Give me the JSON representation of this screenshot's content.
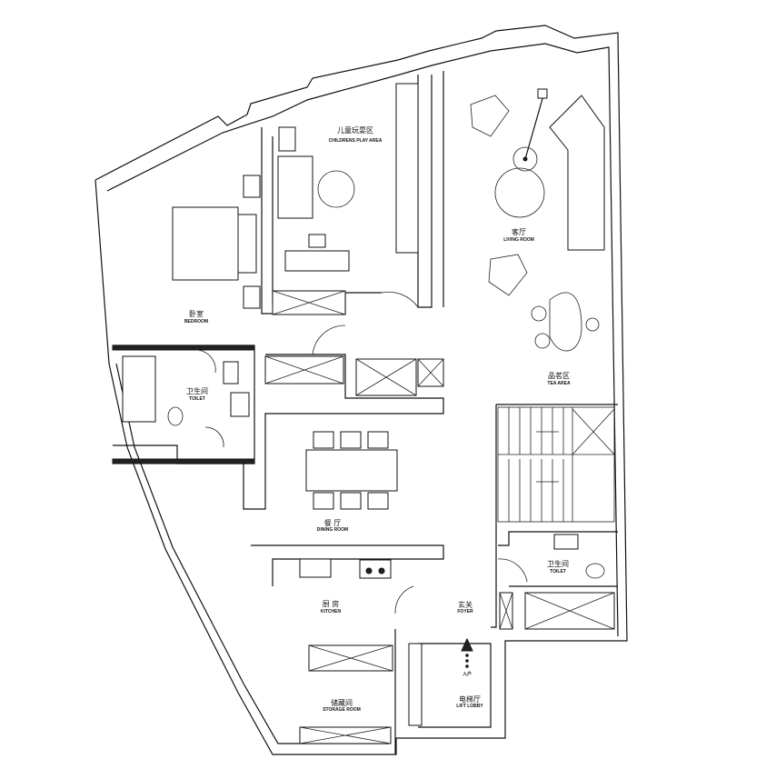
{
  "plan": {
    "rooms": [
      {
        "id": "play",
        "zh": "儿童玩耍区",
        "en": "CHILDRENS   PLAY  AREA"
      },
      {
        "id": "living",
        "zh": "客厅",
        "en": "LIVING ROOM"
      },
      {
        "id": "bedroom",
        "zh": "卧室",
        "en": "BEDROOM"
      },
      {
        "id": "toilet1",
        "zh": "卫生间",
        "en": "TOILET"
      },
      {
        "id": "tea",
        "zh": "品茗区",
        "en": "TEA  AREA"
      },
      {
        "id": "dining",
        "zh": "餐 厅",
        "en": "DINING ROOM"
      },
      {
        "id": "kitchen",
        "zh": "厨 房",
        "en": "KITCHEN"
      },
      {
        "id": "foyer",
        "zh": "玄关",
        "en": "FOYER"
      },
      {
        "id": "toilet2",
        "zh": "卫生间",
        "en": "TOILET"
      },
      {
        "id": "storage",
        "zh": "储藏间",
        "en": "STORAGE  ROOM"
      },
      {
        "id": "lift",
        "zh": "电梯厅",
        "en": "LIFT  LOBBY"
      }
    ],
    "entrance_label": "入户"
  }
}
